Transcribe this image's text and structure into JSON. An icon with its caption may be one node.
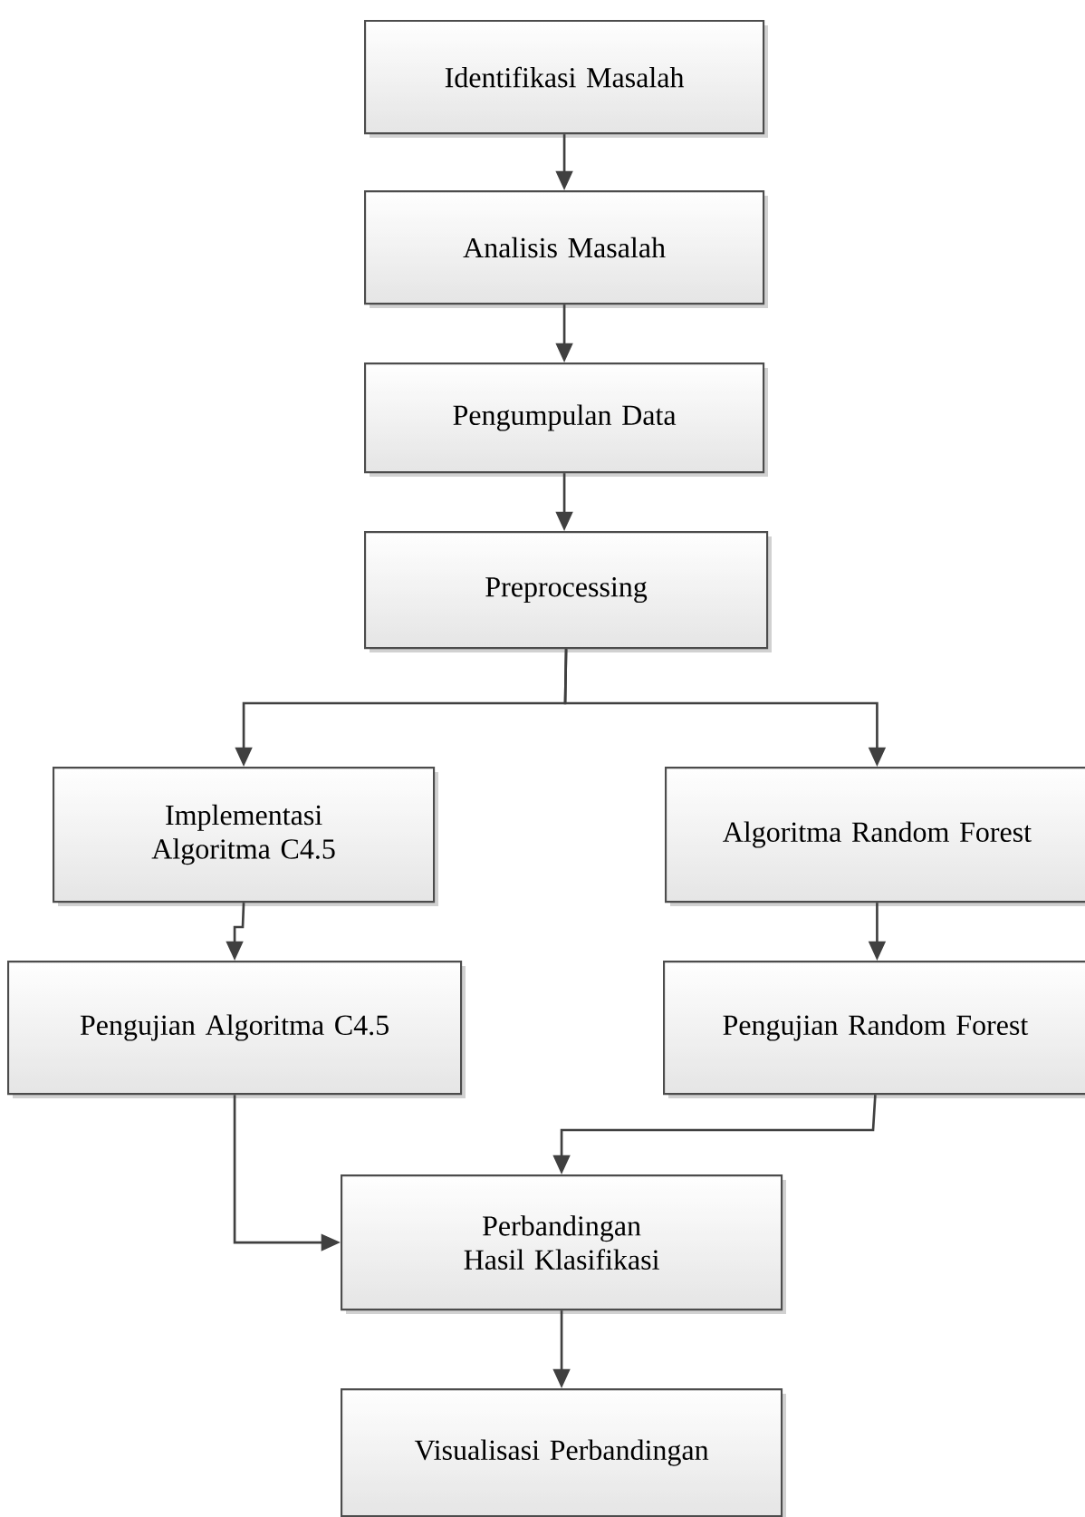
{
  "diagram": {
    "nodes": [
      {
        "text": [
          "Identifikasi Masalah"
        ]
      },
      {
        "text": [
          "Analisis Masalah"
        ]
      },
      {
        "text": [
          "Pengumpulan Data"
        ]
      },
      {
        "text": [
          "Preprocessing"
        ]
      },
      {
        "text": [
          "Implementasi Algoritma C4.5"
        ]
      },
      {
        "text": [
          "Algoritma Random Forest"
        ]
      },
      {
        "text": [
          "Pengujian Algoritma C4.5"
        ]
      },
      {
        "text": [
          "Pengujian Random Forest"
        ]
      },
      {
        "text": [
          "Perbandingan Hasil Klasifikasi"
        ]
      },
      {
        "text": [
          "Visualisasi Perbandingan"
        ]
      }
    ],
    "edges": [
      {
        "from": 0,
        "to": 1,
        "arrow": "to"
      },
      {
        "from": 1,
        "to": 2,
        "arrow": "to"
      },
      {
        "from": 2,
        "to": 3,
        "arrow": "to"
      },
      {
        "from": 3,
        "to": 4,
        "arrow": "to"
      },
      {
        "from": 3,
        "to": 5,
        "arrow": "to"
      },
      {
        "from": 4,
        "to": 6,
        "arrow": "to"
      },
      {
        "from": 5,
        "to": 7,
        "arrow": "to"
      },
      {
        "from": 6,
        "to": 8,
        "arrow": "to"
      },
      {
        "from": 7,
        "to": 8,
        "arrow": "to"
      },
      {
        "from": 8,
        "to": 9,
        "arrow": "to"
      }
    ]
  }
}
